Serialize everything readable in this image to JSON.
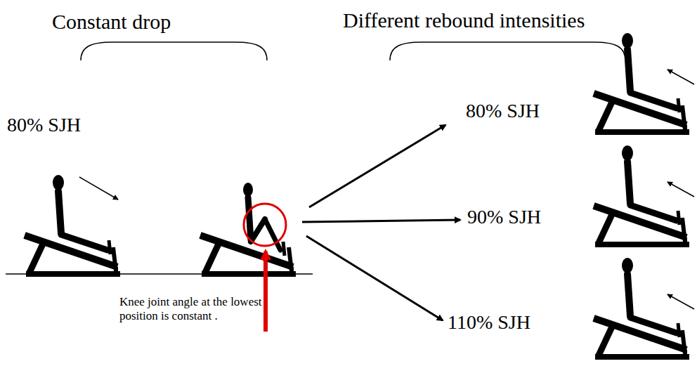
{
  "diagram": {
    "labels": [
      "Constant drop",
      "Different rebound intensities",
      "80% SJH",
      "80% SJH",
      "90% SJH",
      "110% SJH",
      "Knee joint angle at the lowest position is constant ."
    ]
  }
}
